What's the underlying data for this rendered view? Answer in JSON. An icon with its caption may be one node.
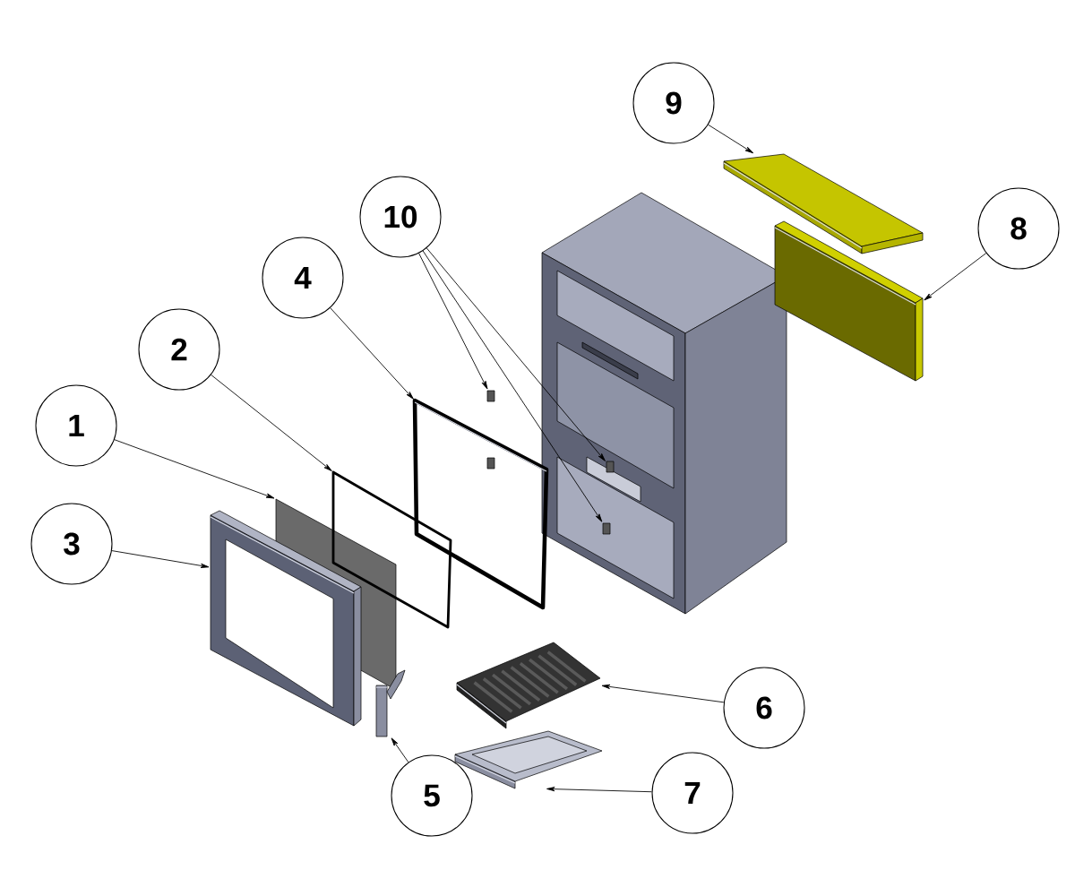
{
  "diagram": {
    "nodes": [
      {
        "text": [
          "1"
        ]
      },
      {
        "text": [
          "2"
        ]
      },
      {
        "text": [
          "3"
        ]
      },
      {
        "text": [
          "4"
        ]
      },
      {
        "text": [
          "5"
        ]
      },
      {
        "text": [
          "6"
        ]
      },
      {
        "text": [
          "7"
        ]
      },
      {
        "text": [
          "8"
        ]
      },
      {
        "text": [
          "9"
        ]
      },
      {
        "text": [
          "10"
        ]
      },
      {
        "text": [],
        "shape": "box"
      },
      {
        "text": [],
        "shape": "box"
      },
      {
        "text": [],
        "shape": "picture"
      },
      {
        "text": [],
        "shape": "picture"
      },
      {
        "text": [],
        "shape": "picture"
      },
      {
        "text": [],
        "shape": "picture"
      },
      {
        "text": [],
        "shape": "picture"
      },
      {
        "text": [],
        "shape": "picture"
      },
      {
        "text": [],
        "shape": "picture"
      },
      {
        "text": [],
        "shape": "box"
      },
      {
        "text": [],
        "shape": "box"
      },
      {
        "text": [],
        "shape": "box"
      }
    ],
    "edges": [
      {
        "from": 0,
        "to": 10,
        "arrow": "to"
      },
      {
        "from": 1,
        "to": 11,
        "arrow": "to"
      },
      {
        "from": 2,
        "to": 12,
        "arrow": "to"
      },
      {
        "from": 3,
        "to": 13,
        "arrow": "to"
      },
      {
        "from": 4,
        "to": 14,
        "arrow": "to"
      },
      {
        "from": 5,
        "to": 15,
        "arrow": "to"
      },
      {
        "from": 6,
        "to": 16,
        "arrow": "to"
      },
      {
        "from": 7,
        "to": 17,
        "arrow": "to"
      },
      {
        "from": 8,
        "to": 18,
        "arrow": "to"
      },
      {
        "from": 9,
        "to": 19,
        "arrow": "to"
      },
      {
        "from": 9,
        "to": 20,
        "arrow": "to"
      },
      {
        "from": 9,
        "to": 21,
        "arrow": "to"
      }
    ]
  }
}
